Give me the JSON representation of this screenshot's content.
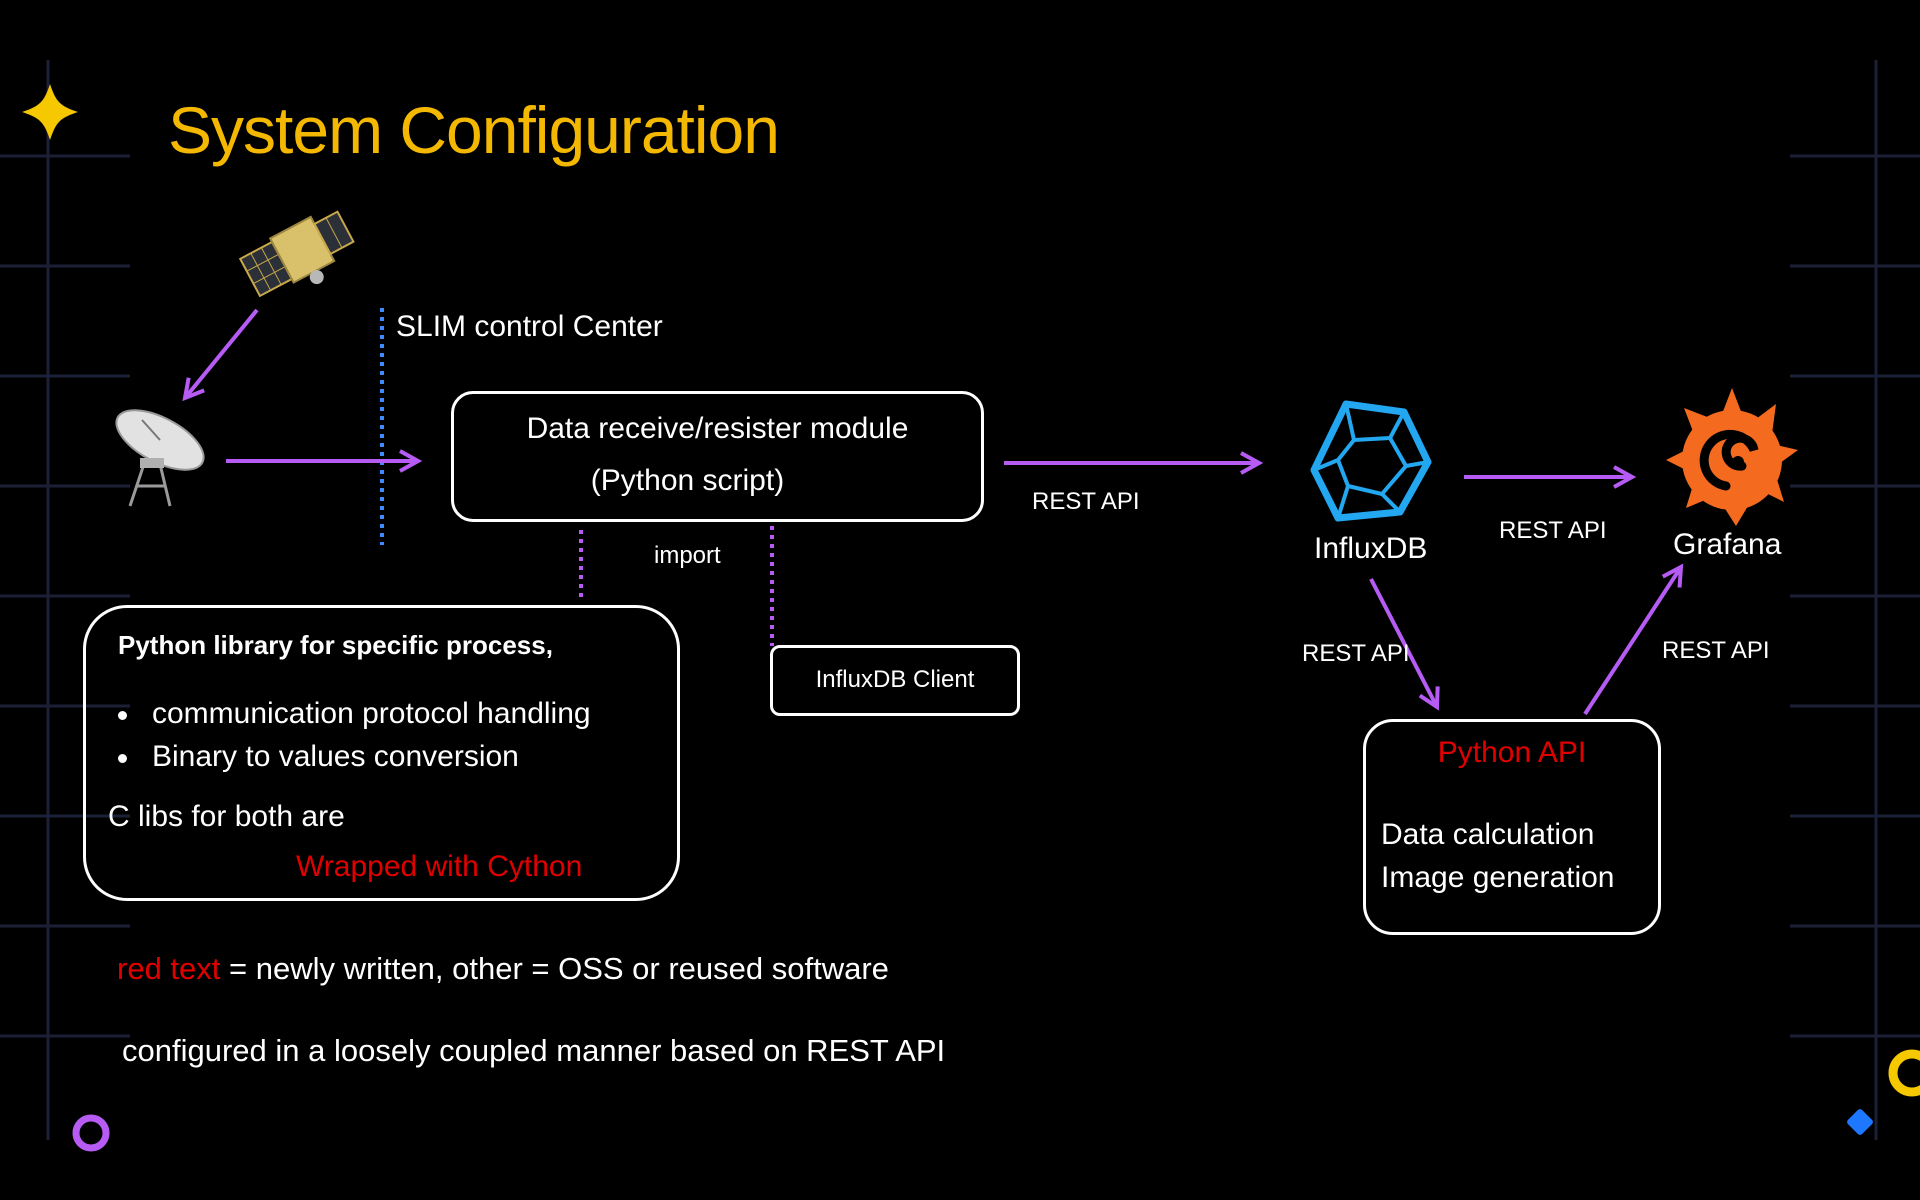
{
  "title": "System Configuration",
  "control_center_label": "SLIM control Center",
  "data_module": {
    "line1": "Data receive/resister module",
    "line2": "(Python script)"
  },
  "import_label": "import",
  "influx_client_label": "InfluxDB Client",
  "rest_api_label": "REST API",
  "influxdb_label": "InfluxDB",
  "grafana_label": "Grafana",
  "python_library": {
    "heading": "Python library for specific process,",
    "items": [
      "communication protocol handling",
      "Binary to values conversion"
    ],
    "clibs": "C libs for both are",
    "wrapped": "Wrapped with Cython"
  },
  "python_api": {
    "title": "Python API",
    "line1": "Data calculation",
    "line2": "Image generation"
  },
  "legend": {
    "red_part": "red text",
    "rest_part": " = newly written, other = OSS or reused software"
  },
  "footer": "configured in a loosely coupled manner based on REST API",
  "colors": {
    "title": "#f5b800",
    "arrow": "#b65cf5",
    "red": "#e00000",
    "divider": "#3d8cff",
    "influx": "#22a7f0",
    "grafana": "#f46a1e",
    "grid": "#1c2036"
  }
}
